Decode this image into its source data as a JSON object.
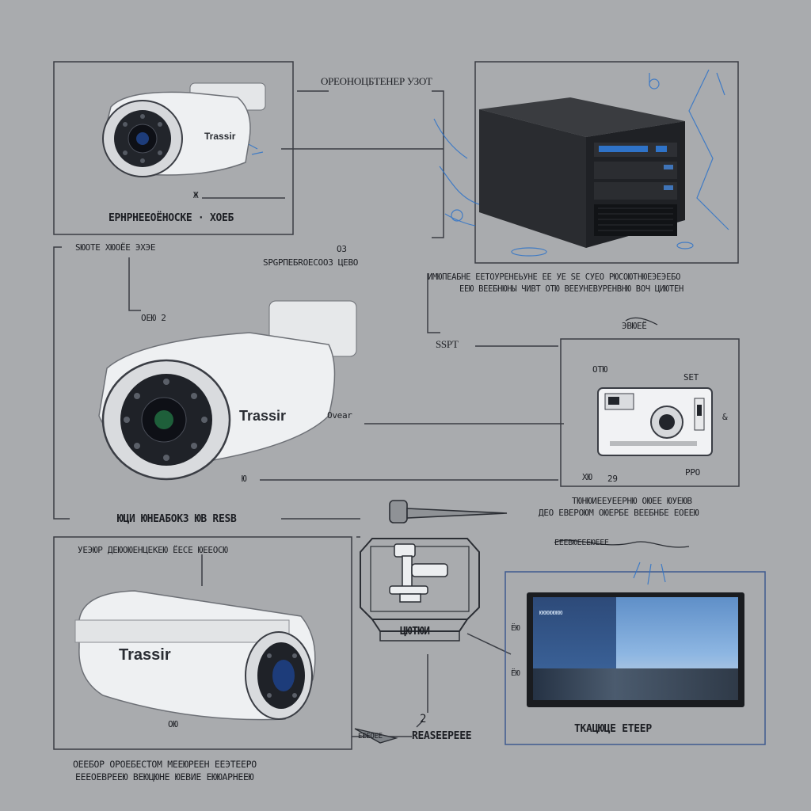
{
  "brand": "Trassir",
  "top_label": "ОРЕОНОЦБТЕНЕР УЗОТ",
  "cam1": {
    "brand": "Trassir",
    "caption": "ЕРНРНЕЕОЁНОСКЕ · ХОЕБ",
    "tag": "Ж"
  },
  "cam2": {
    "brand": "Trassir",
    "label_left": "SЮОТЕ ХЮОЁЕ ЭХЭЕ",
    "label_spec": "SPGPПЕБRОЕСООЗ ЦЕВО",
    "label_oz": "ОЗ",
    "label_side": "ОЕЮ 2",
    "tag_right": "Оvеаr",
    "tag_bottom": "Ю",
    "caption": "ЮЦИ ЮНЕАБОКЗ ЮВ RЕSВ"
  },
  "dvr": {
    "desc_line1": "ИМЮПЕАБНЕ ЕЕТОУРЕНЕЬУНЕ ЕЕ УЕ SЕ СУЕО РЮСОЮТНЮЕЭЕЭЕБО",
    "desc_line2": "ЕЕЮ ВЕЕБНЮНЫ ЧИВТ ОТЮ ВЕЕУНЕВУРЕНВНЮ ВОЧ ЦИЮТЕН",
    "label_sspt": "SSРТ",
    "label_top": "ЭВЮЕЁ"
  },
  "player": {
    "label_otd": "ОТЮ",
    "label_sf": "SЕТ",
    "label_xk": "ХЮ",
    "label_29": "29",
    "label_and": "&",
    "label_ppo": "РРО",
    "caption1": "ТЮНЮИЕЕУЕЕРНЮ ОЮЕЕ ЮУЕЮВ",
    "caption2": "ДЕО ЕВЕРОЮМ ОЮЕРБЕ ВЕЕБНБЕ ЕОЕЕЮ"
  },
  "cam3": {
    "brand": "Trassir",
    "label_top": "УЕЭЮР ДЕЮОЮЕНЦЕКЕЮ ЁЕСЕ ЮЕЕОСЮ",
    "tag": "ОЮ",
    "caption1": "ОЕЕБОР ОРОЕБЕСТОМ МЕЕЮРЕЕН ЕЕЭТЕЕРО",
    "caption2": "ЕЕЕОЕВРЕЕЮ ВЕЮЦЮНЕ ЮЕВИЕ ЕЮЮАРНЕЕЮ"
  },
  "mount": {
    "label": "ЦЮТЮИ"
  },
  "monitor": {
    "caption": "ТКАЦЮЦЕ ЕТЕЕР",
    "side_top": "ЁЮ",
    "side_bottom": "ЁЮ",
    "top_scribble": "ЕЕЕВЮЕЕЕЮЕЕЕ",
    "screen_bar": "ЮЮЮЮЮЮЮ"
  },
  "wire": {
    "caption": "ЕЕЕОЕЕ",
    "num": "2",
    "label": "RЕАSЕЕРЕЕЕ"
  },
  "colors": {
    "background": "#a9abae",
    "line": "#3a3d44",
    "accent": "#2f73c8",
    "camera_body": "#eef0f2"
  }
}
